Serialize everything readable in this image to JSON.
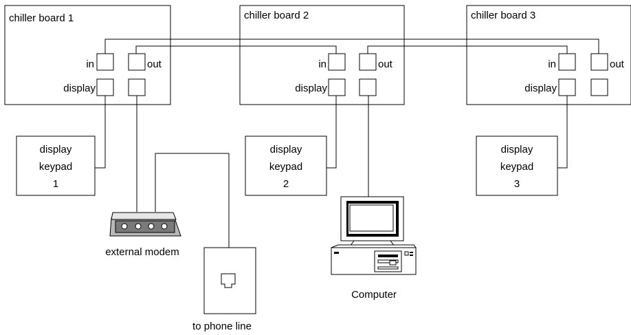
{
  "boards": [
    {
      "title": "chiller board 1",
      "in_label": "in",
      "out_label": "out",
      "display_label": "display"
    },
    {
      "title": "chiller board 2",
      "in_label": "in",
      "out_label": "out",
      "display_label": "display"
    },
    {
      "title": "chiller board 3",
      "in_label": "in",
      "out_label": "out",
      "display_label": "display"
    }
  ],
  "keypads": [
    {
      "line1": "display",
      "line2": "keypad",
      "line3": "1"
    },
    {
      "line1": "display",
      "line2": "keypad",
      "line3": "2"
    },
    {
      "line1": "display",
      "line2": "keypad",
      "line3": "3"
    }
  ],
  "modem": {
    "label": "external modem"
  },
  "phone": {
    "label": "to phone line"
  },
  "computer": {
    "label": "Computer"
  },
  "icons": {
    "modem": "modem-icon",
    "phone_jack": "phone-jack-icon",
    "computer": "computer-icon"
  },
  "colors": {
    "line": "#000000",
    "fill": "#ffffff",
    "modem_body": "#b8b8b8",
    "modem_face": "#7a7a7a",
    "screen": "#000000"
  }
}
